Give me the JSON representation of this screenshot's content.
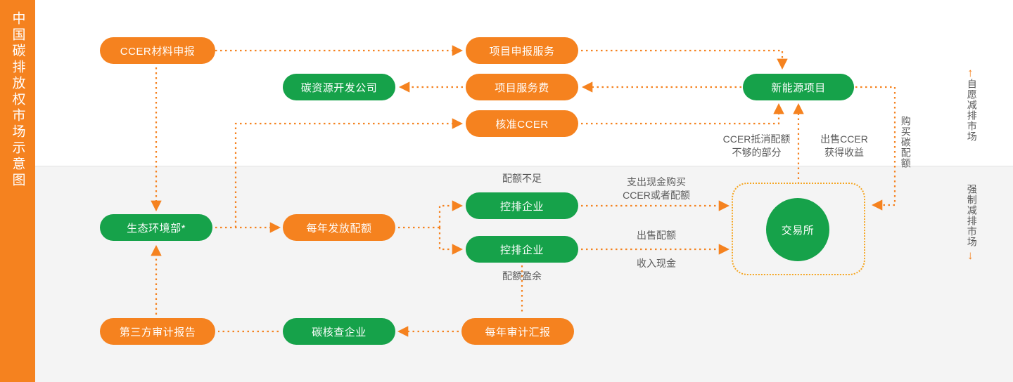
{
  "title_bar": {
    "text": "中国碳排放权市场示意图"
  },
  "colors": {
    "orange": "#F5821F",
    "green": "#16A24A",
    "dotted": "#F5821F",
    "box_dotted": "#F5A623",
    "label_text": "#5A5A5A",
    "band_top": "#FFFFFF",
    "band_bottom": "#F4F4F4"
  },
  "nodes": [
    {
      "id": "ccer-material",
      "label": "CCER材料申报",
      "color": "orange"
    },
    {
      "id": "project-declare-service",
      "label": "项目申报服务",
      "color": "orange"
    },
    {
      "id": "carbon-dev-company",
      "label": "碳资源开发公司",
      "color": "green"
    },
    {
      "id": "project-service-fee",
      "label": "项目服务费",
      "color": "orange"
    },
    {
      "id": "approved-ccer",
      "label": "核准CCER",
      "color": "orange"
    },
    {
      "id": "new-energy-project",
      "label": "新能源项目",
      "color": "green"
    },
    {
      "id": "ministry-ecology",
      "label": "生态环境部*",
      "color": "green"
    },
    {
      "id": "annual-quota",
      "label": "每年发放配额",
      "color": "orange"
    },
    {
      "id": "controlled-enterprise-1",
      "label": "控排企业",
      "color": "green"
    },
    {
      "id": "controlled-enterprise-2",
      "label": "控排企业",
      "color": "green"
    },
    {
      "id": "exchange",
      "label": "交易所",
      "color": "green"
    },
    {
      "id": "third-party-audit-report",
      "label": "第三方审计报告",
      "color": "orange"
    },
    {
      "id": "carbon-verification-company",
      "label": "碳核查企业",
      "color": "green"
    },
    {
      "id": "annual-audit-report",
      "label": "每年审计汇报",
      "color": "orange"
    }
  ],
  "edge_labels": {
    "quota_shortage": "配额不足",
    "quota_surplus": "配额盈余",
    "ccer_offset_insufficient": "CCER抵消配额\n不够的部分",
    "sell_ccer_gain": "出售CCER\n获得收益",
    "pay_cash_buy": "支出现金购买\nCCER或者配额",
    "sell_quota": "出售配额",
    "receive_cash": "收入现金",
    "buy_carbon_quota": "购买碳配额"
  },
  "side_markers": {
    "voluntary": {
      "label": "自愿减排市场",
      "arrow": "↑"
    },
    "mandatory": {
      "label": "强制减排市场",
      "arrow": "↓"
    }
  }
}
